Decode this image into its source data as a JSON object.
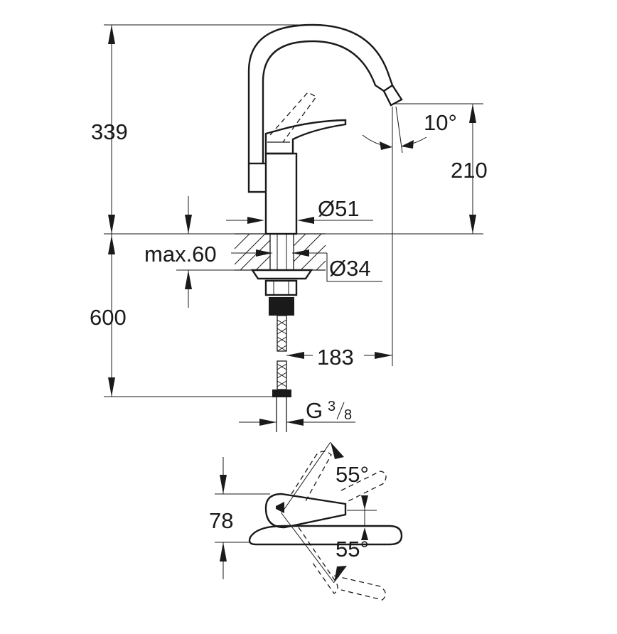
{
  "dimensions": {
    "height_above_deck": "339",
    "spout_height": "210",
    "spout_angle": "10°",
    "base_diameter": "Ø51",
    "max_deck_thickness": "max.60",
    "hole_diameter": "Ø34",
    "height_below_deck": "600",
    "spout_reach": "183",
    "connection_thread": "G",
    "thread_numerator": "3",
    "thread_denominator": "8",
    "handle_height": "78",
    "swivel_angle_upper": "55°",
    "swivel_angle_lower": "55°"
  },
  "colors": {
    "line": "#1a1a1a",
    "background": "#ffffff"
  }
}
